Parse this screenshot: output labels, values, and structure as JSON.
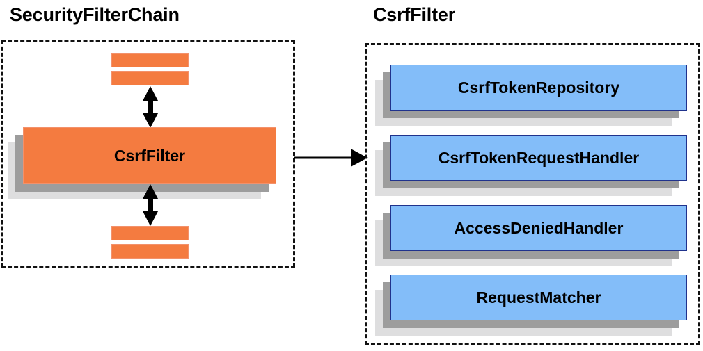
{
  "diagram": {
    "title_left": "SecurityFilterChain",
    "title_right": "CsrfFilter",
    "background": "#ffffff",
    "colors": {
      "orange_fill": "#f47b40",
      "orange_border": "#f3916b",
      "blue_fill": "#83bdf9",
      "blue_border": "#20328c",
      "shadow_near": "#9d9d9d",
      "shadow_far": "#dededf",
      "stroke": "#000000",
      "dashed_border": "#111111"
    }
  },
  "left_panel": {
    "name": "SecurityFilterChain",
    "filter_node": {
      "label": "CsrfFilter"
    },
    "bars_above": [
      {
        "label": ""
      },
      {
        "label": ""
      }
    ],
    "bars_below": [
      {
        "label": ""
      },
      {
        "label": ""
      }
    ],
    "connectors": [
      {
        "kind": "double-arrow-vertical",
        "from": "bars-above",
        "to": "CsrfFilter"
      },
      {
        "kind": "double-arrow-vertical",
        "from": "CsrfFilter",
        "to": "bars-below"
      }
    ]
  },
  "link_arrow": {
    "kind": "single-arrow-right",
    "from": "SecurityFilterChain.CsrfFilter",
    "to": "CsrfFilter"
  },
  "right_panel": {
    "name": "CsrfFilter",
    "collaborators": [
      {
        "label": "CsrfTokenRepository"
      },
      {
        "label": "CsrfTokenRequestHandler"
      },
      {
        "label": "AccessDeniedHandler"
      },
      {
        "label": "RequestMatcher"
      }
    ]
  }
}
